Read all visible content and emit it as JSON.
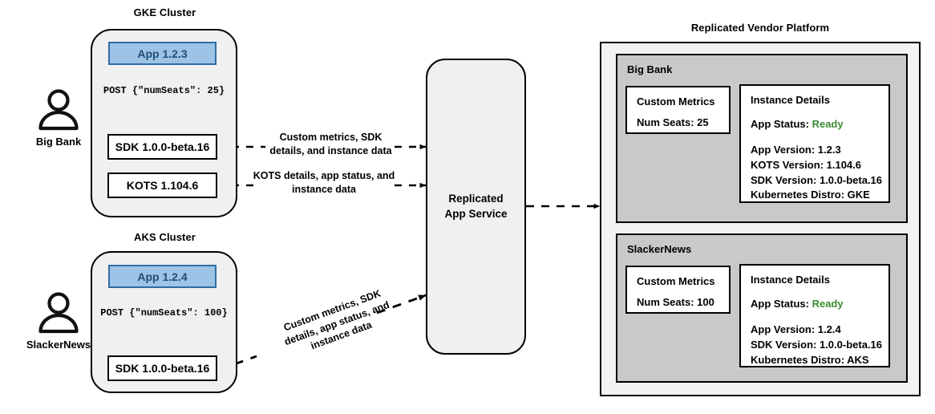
{
  "diagram": {
    "title": "Replicated telemetry architecture",
    "colors": {
      "app_fill": "#9dc3e6",
      "app_border": "#2e6da4",
      "cluster_fill": "#f0f0f0",
      "tenant_fill": "#c9c9c9",
      "platform_fill": "#f2f2f2",
      "status_ready": "#3c8a35"
    }
  },
  "actors": [
    {
      "name": "Big Bank",
      "icon": "person-icon"
    },
    {
      "name": "SlackerNews",
      "icon": "person-icon"
    }
  ],
  "clusters": [
    {
      "title": "GKE Cluster",
      "app": {
        "label": "App 1.2.3"
      },
      "post": "POST {\"numSeats\": 25}",
      "components": [
        {
          "label": "SDK 1.0.0-beta.16"
        },
        {
          "label": "KOTS 1.104.6"
        }
      ]
    },
    {
      "title": "AKS Cluster",
      "app": {
        "label": "App 1.2.4"
      },
      "post": "POST {\"numSeats\": 100}",
      "components": [
        {
          "label": "SDK 1.0.0-beta.16"
        }
      ]
    }
  ],
  "edges": [
    {
      "id": "sdk-to-service",
      "line1": "Custom metrics, SDK",
      "line2": "details, and instance data"
    },
    {
      "id": "kots-to-service",
      "line1": "KOTS details, app status, and",
      "line2": "instance data"
    },
    {
      "id": "aks-sdk-to-service",
      "line1": "Custom metrics, SDK",
      "line2": "details, app status, and",
      "line3": "instance data"
    }
  ],
  "service": {
    "line1": "Replicated",
    "line2": "App Service"
  },
  "platform": {
    "title": "Replicated Vendor Platform",
    "tenants": [
      {
        "name": "Big Bank",
        "metrics": {
          "title": "Custom Metrics",
          "rows": [
            "Num Seats: 25"
          ]
        },
        "instance": {
          "title": "Instance Details",
          "status_label": "App Status:",
          "status_value": "Ready",
          "rows": [
            "App Version: 1.2.3",
            "KOTS Version: 1.104.6",
            "SDK Version: 1.0.0-beta.16",
            "Kubernetes Distro: GKE"
          ]
        }
      },
      {
        "name": "SlackerNews",
        "metrics": {
          "title": "Custom Metrics",
          "rows": [
            "Num Seats: 100"
          ]
        },
        "instance": {
          "title": "Instance Details",
          "status_label": "App Status:",
          "status_value": "Ready",
          "rows": [
            "App Version: 1.2.4",
            "SDK Version: 1.0.0-beta.16",
            "Kubernetes Distro: AKS"
          ]
        }
      }
    ]
  }
}
